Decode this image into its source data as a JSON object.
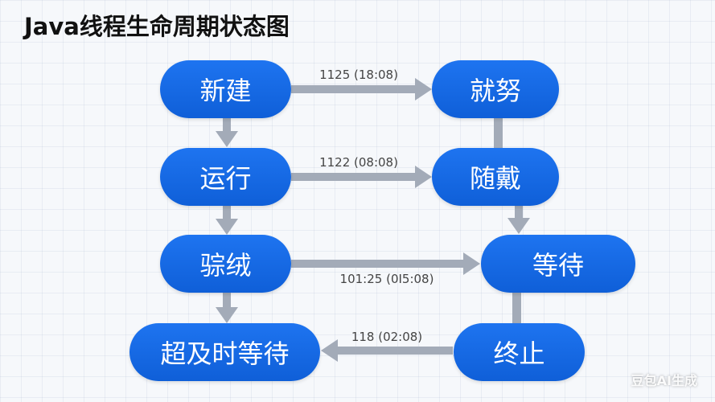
{
  "title": "Java线程生命周期状态图",
  "nodes": {
    "new": "新建",
    "ready": "就努",
    "running": "运行",
    "blocked_a": "随戴",
    "blocked_b": "骔绒",
    "waiting": "等待",
    "timed_waiting": "超及时等待",
    "terminated": "终止"
  },
  "edges": {
    "new_to_ready": "1125 (18:08)",
    "running_to_blocked": "1122 (08:08)",
    "blocked_to_waiting": "101:25 (0I5:08)",
    "terminated_to_timed": "118 (02:08)"
  },
  "colors": {
    "node_fill": "#1565e0",
    "arrow": "#a3abb8",
    "title": "#111111"
  },
  "watermark": "豆包AI生成"
}
